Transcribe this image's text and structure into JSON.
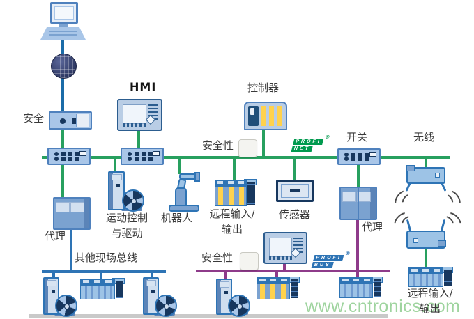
{
  "labels": {
    "security_gateway": "安全",
    "hmi": "HMI",
    "controller": "控制器",
    "safety_upper": "安全性",
    "switch": "开关",
    "wireless": "无线",
    "motion_control_line1": "运动控制",
    "motion_control_line2": "与驱动",
    "robot": "机器人",
    "remote_io_line1": "远程输入/",
    "remote_io_line2": "输出",
    "sensor": "传感器",
    "proxy_left": "代理",
    "proxy_right": "代理",
    "other_fieldbus": "其他现场总线",
    "safety_lower": "安全性"
  },
  "logos": {
    "profinet": {
      "line1": "PROFI",
      "line2": "NET",
      "reg": "®",
      "color": "#009a4e"
    },
    "profibus": {
      "line1": "PROFI",
      "line2": "BUS",
      "reg": "®",
      "color": "#2e74b5"
    }
  },
  "watermark": {
    "text": "www.cntronics.com",
    "color": "#8ecc8e"
  },
  "colors": {
    "ethernet_bus": "#28a05f",
    "internet_link": "#1b6ca8",
    "fieldbus_bus": "#2e74b5",
    "safety_bus": "#8e3b8a",
    "device_fill": "#a9c6e8",
    "device_border": "#4f81bd",
    "module_yellow": "#ffd24d",
    "safety_dot_orange": "#f5a800"
  }
}
